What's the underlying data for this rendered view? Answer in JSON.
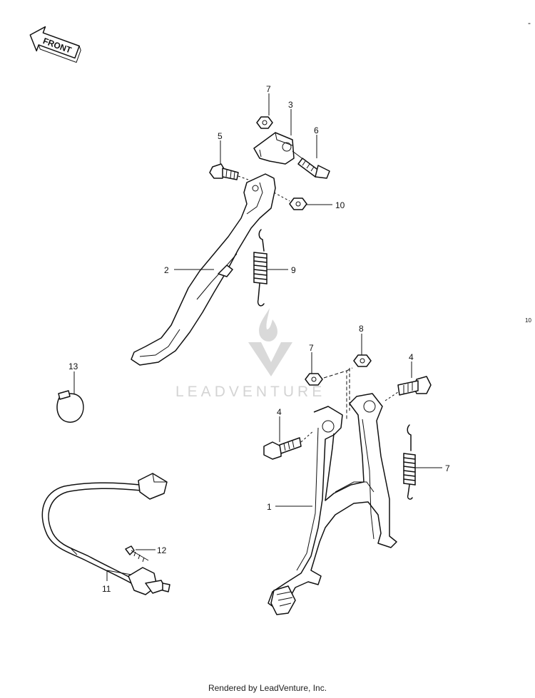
{
  "front_arrow": {
    "label": "FRONT"
  },
  "watermark": {
    "text": "LEADVENTURE"
  },
  "callouts": [
    {
      "id": "c1",
      "label": "1"
    },
    {
      "id": "c2",
      "label": "2"
    },
    {
      "id": "c3",
      "label": "3"
    },
    {
      "id": "c4a",
      "label": "4"
    },
    {
      "id": "c4b",
      "label": "4"
    },
    {
      "id": "c5",
      "label": "5"
    },
    {
      "id": "c6",
      "label": "6"
    },
    {
      "id": "c7a",
      "label": "7"
    },
    {
      "id": "c7b",
      "label": "7"
    },
    {
      "id": "c7c",
      "label": "7"
    },
    {
      "id": "c8",
      "label": "8"
    },
    {
      "id": "c9",
      "label": "9"
    },
    {
      "id": "c10",
      "label": "10"
    },
    {
      "id": "c11",
      "label": "11"
    },
    {
      "id": "c12",
      "label": "12"
    },
    {
      "id": "c13",
      "label": "13"
    }
  ],
  "edge_marks": {
    "right_label": "10",
    "top_right_mark": "-"
  },
  "footer": {
    "text": "Rendered by LeadVenture, Inc."
  }
}
